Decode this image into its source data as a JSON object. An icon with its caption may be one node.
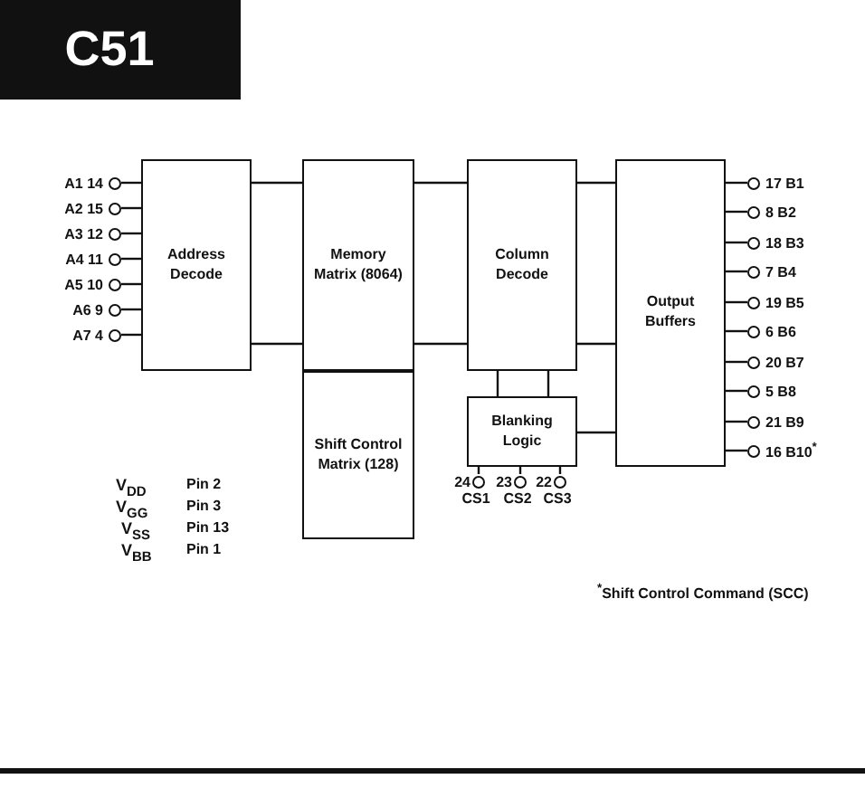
{
  "diagram": {
    "title": "C51",
    "nodes": [
      {
        "text": [
          "Address Decode"
        ]
      },
      {
        "text": [
          "Memory Matrix (8064)"
        ]
      },
      {
        "text": [
          "Shift Control Matrix (128)"
        ]
      },
      {
        "text": [
          "Column Decode"
        ]
      },
      {
        "text": [
          "Blanking Logic"
        ]
      },
      {
        "text": [
          "Output Buffers"
        ]
      },
      {
        "text": [
          "A1 14"
        ]
      },
      {
        "text": [
          "A2 15"
        ]
      },
      {
        "text": [
          "A3 12"
        ]
      },
      {
        "text": [
          "A4 11"
        ]
      },
      {
        "text": [
          "A5 10"
        ]
      },
      {
        "text": [
          "A6 9"
        ]
      },
      {
        "text": [
          "A7 4"
        ]
      },
      {
        "text": [
          "17 B1"
        ]
      },
      {
        "text": [
          "8 B2"
        ]
      },
      {
        "text": [
          "18 B3"
        ]
      },
      {
        "text": [
          "7 B4"
        ]
      },
      {
        "text": [
          "19 B5"
        ]
      },
      {
        "text": [
          "6 B6"
        ]
      },
      {
        "text": [
          "20 B7"
        ]
      },
      {
        "text": [
          "5 B8"
        ]
      },
      {
        "text": [
          "21 B9"
        ]
      },
      {
        "text": [
          "16 B10$^{*}$"
        ]
      },
      {
        "text": [
          "24",
          "CS1"
        ]
      },
      {
        "text": [
          "23",
          "CS2"
        ]
      },
      {
        "text": [
          "22",
          "CS3"
        ]
      }
    ],
    "edges": [
      {
        "from": 0,
        "to": 1,
        "arrow": "none"
      },
      {
        "from": 0,
        "to": 1,
        "arrow": "none"
      },
      {
        "from": 1,
        "to": 3,
        "arrow": "none"
      },
      {
        "from": 1,
        "to": 3,
        "arrow": "none"
      },
      {
        "from": 3,
        "to": 5,
        "arrow": "none"
      },
      {
        "from": 3,
        "to": 5,
        "arrow": "none"
      },
      {
        "from": 3,
        "to": 4,
        "arrow": "none"
      },
      {
        "from": 3,
        "to": 4,
        "arrow": "none"
      },
      {
        "from": 4,
        "to": 5,
        "arrow": "none"
      },
      {
        "from": 6,
        "to": 0,
        "arrow": "none"
      },
      {
        "from": 7,
        "to": 0,
        "arrow": "none"
      },
      {
        "from": 8,
        "to": 0,
        "arrow": "none"
      },
      {
        "from": 9,
        "to": 0,
        "arrow": "none"
      },
      {
        "from": 10,
        "to": 0,
        "arrow": "none"
      },
      {
        "from": 11,
        "to": 0,
        "arrow": "none"
      },
      {
        "from": 12,
        "to": 0,
        "arrow": "none"
      },
      {
        "from": 5,
        "to": 13,
        "arrow": "none"
      },
      {
        "from": 5,
        "to": 14,
        "arrow": "none"
      },
      {
        "from": 5,
        "to": 15,
        "arrow": "none"
      },
      {
        "from": 5,
        "to": 16,
        "arrow": "none"
      },
      {
        "from": 5,
        "to": 17,
        "arrow": "none"
      },
      {
        "from": 5,
        "to": 18,
        "arrow": "none"
      },
      {
        "from": 5,
        "to": 19,
        "arrow": "none"
      },
      {
        "from": 5,
        "to": 20,
        "arrow": "none"
      },
      {
        "from": 5,
        "to": 21,
        "arrow": "none"
      },
      {
        "from": 5,
        "to": 22,
        "arrow": "none"
      },
      {
        "from": 23,
        "to": 4,
        "arrow": "none"
      },
      {
        "from": 24,
        "to": 4,
        "arrow": "none"
      },
      {
        "from": 25,
        "to": 4,
        "arrow": "none"
      }
    ],
    "labels": [
      "V$_{DD}$",
      "Pin 2",
      "V$_{GG}$",
      "Pin 3",
      "V$_{SS}$",
      "Pin 13",
      "V$_{BB}$",
      "Pin 1",
      "$^{*}$Shift Control Command (SCC)"
    ]
  }
}
